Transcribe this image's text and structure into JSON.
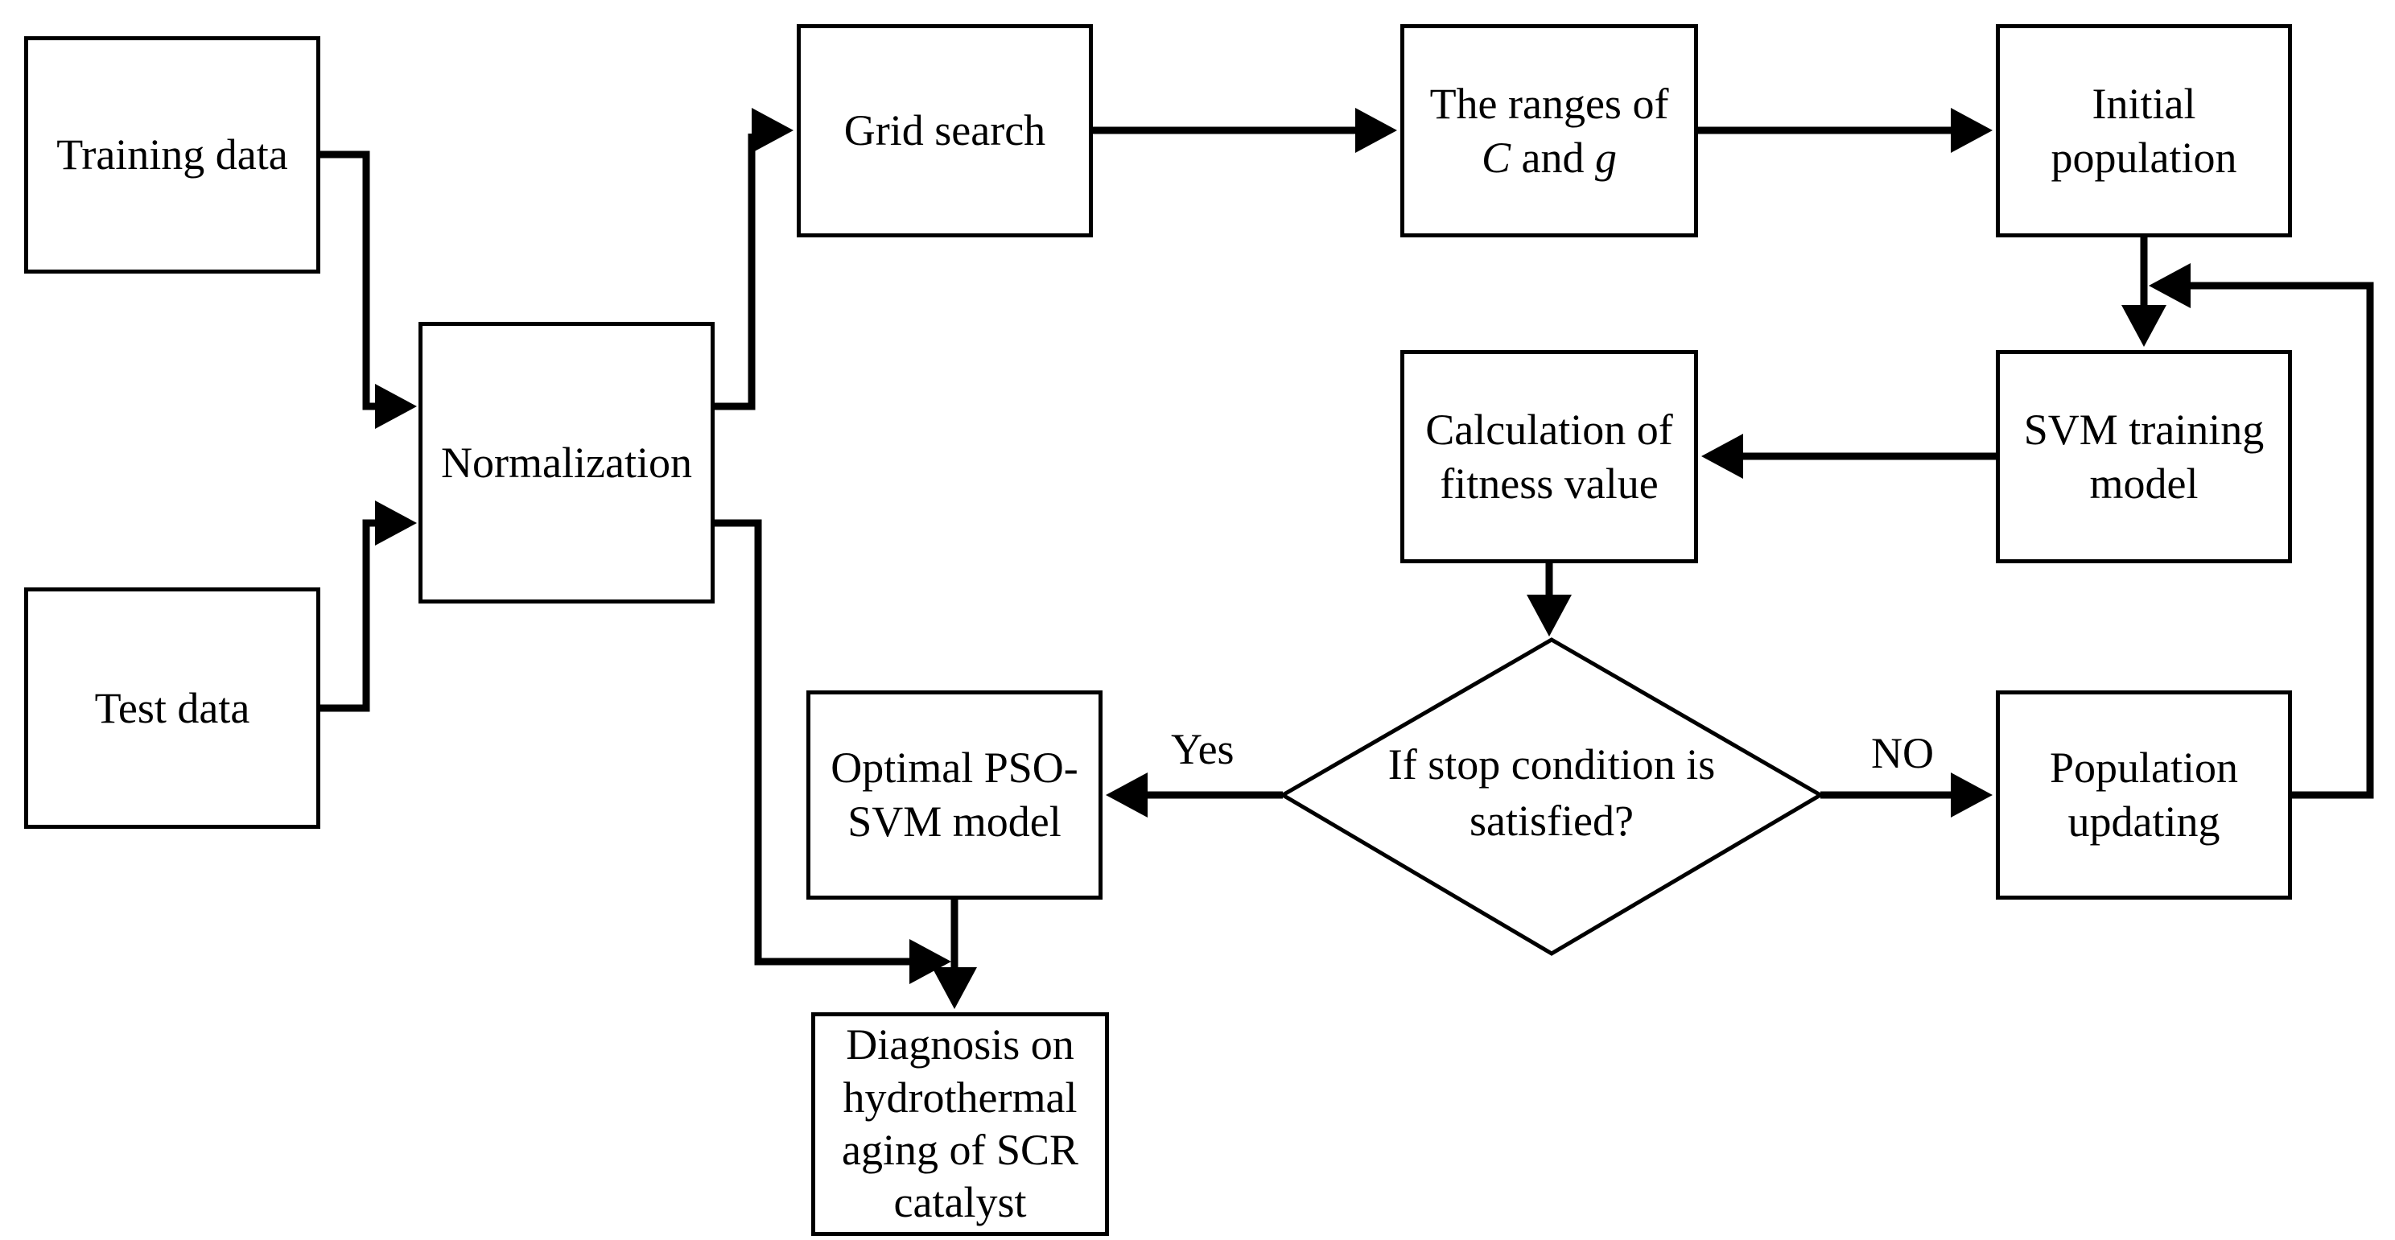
{
  "colors": {
    "ink": "#000000",
    "paper": "#ffffff"
  },
  "nodes": {
    "training": {
      "lines": [
        "Training data"
      ]
    },
    "test": {
      "lines": [
        "Test data"
      ]
    },
    "normalization": {
      "lines": [
        "Normalization"
      ]
    },
    "grid_search": {
      "lines": [
        "Grid search"
      ]
    },
    "ranges": {
      "line1": "The ranges of",
      "c": "C",
      "and_text": " and ",
      "g": "g"
    },
    "initial_population": {
      "lines": [
        "Initial",
        "population"
      ]
    },
    "svm_training": {
      "lines": [
        "SVM training",
        "model"
      ]
    },
    "fitness": {
      "lines": [
        "Calculation of",
        "fitness value"
      ]
    },
    "decision": {
      "lines": [
        "If stop condition is",
        "satisfied?"
      ]
    },
    "optimal": {
      "lines": [
        "Optimal PSO-",
        "SVM model"
      ]
    },
    "population_updating": {
      "lines": [
        "Population",
        "updating"
      ]
    },
    "diagnosis": {
      "lines": [
        "Diagnosis on",
        "hydrothermal",
        "aging of SCR",
        "catalyst"
      ]
    }
  },
  "labels": {
    "yes": "Yes",
    "no": "NO"
  }
}
